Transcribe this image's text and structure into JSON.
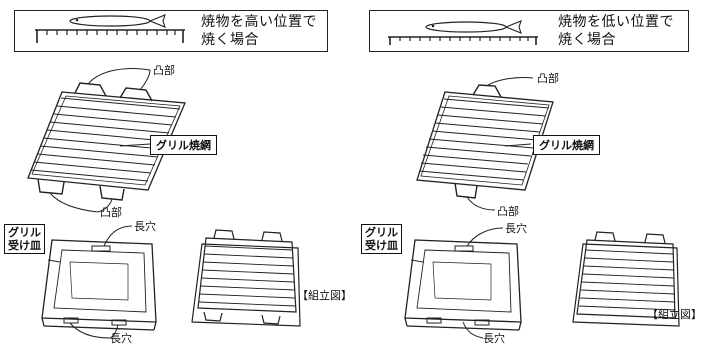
{
  "high": {
    "title_line1": "焼物を高い位置で",
    "title_line2": "焼く場合",
    "convex_top": "凸部",
    "grill_net": "グリル焼網",
    "convex_bottom": "凸部",
    "tray_line1": "グリル",
    "tray_line2": "受け皿",
    "slot_top": "長穴",
    "slot_bottom": "長穴",
    "assembled": "【組立図】"
  },
  "low": {
    "title_line1": "焼物を低い位置で",
    "title_line2": "焼く場合",
    "convex_top": "凸部",
    "grill_net": "グリル焼網",
    "convex_bottom": "凸部",
    "tray_line1": "グリル",
    "tray_line2": "受け皿",
    "slot_top": "長穴",
    "slot_bottom": "長穴",
    "assembled": "【組立図】"
  }
}
